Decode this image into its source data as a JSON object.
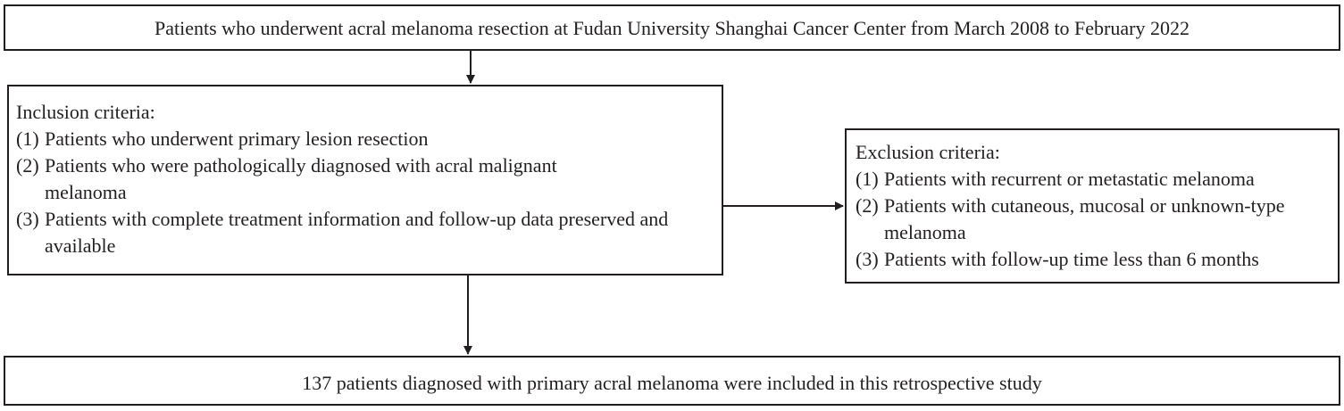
{
  "top": {
    "text": "Patients who underwent acral melanoma resection at Fudan University Shanghai Cancer Center from March 2008 to February 2022"
  },
  "inclusion": {
    "title": "Inclusion criteria:",
    "items": [
      {
        "num": "(1)",
        "text": "Patients who underwent primary lesion resection"
      },
      {
        "num": "(2)",
        "text": "Patients who were pathologically diagnosed with acral malignant melanoma"
      },
      {
        "num": "(3)",
        "text": "Patients with complete treatment information and follow-up data preserved and available"
      }
    ]
  },
  "exclusion": {
    "title": "Exclusion criteria:",
    "items": [
      {
        "num": "(1)",
        "text": "Patients with recurrent or metastatic melanoma"
      },
      {
        "num": "(2)",
        "text": "Patients with cutaneous, mucosal or unknown-type melanoma"
      },
      {
        "num": "(3)",
        "text": "Patients with follow-up time less than 6 months"
      }
    ]
  },
  "bottom": {
    "text": "137 patients diagnosed with primary acral melanoma were included in this retrospective study"
  }
}
